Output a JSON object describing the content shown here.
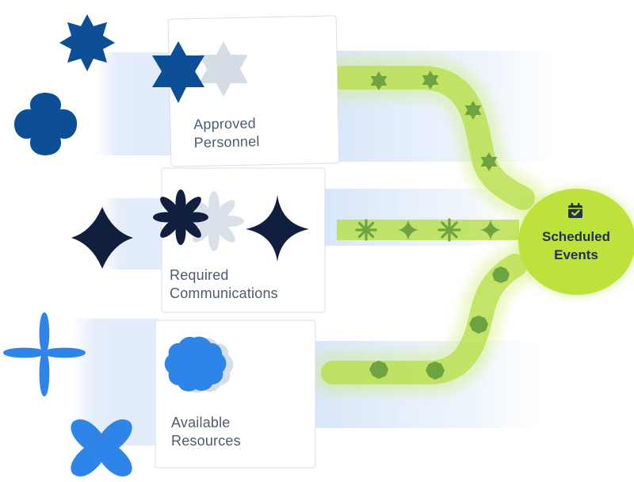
{
  "cards": [
    {
      "id": "personnel",
      "label_lines": [
        "Approved",
        "Personnel"
      ]
    },
    {
      "id": "communications",
      "label_lines": [
        "Required",
        "Communications"
      ]
    },
    {
      "id": "resources",
      "label_lines": [
        "Available",
        "Resources"
      ]
    }
  ],
  "hub": {
    "label_lines": [
      "Scheduled",
      "Events"
    ],
    "icon": "calendar-check-icon"
  },
  "colors": {
    "navy_blue": "#0c4f96",
    "dark_navy": "#0f1f3d",
    "bright_blue": "#2f84e8",
    "lime": "#bde23b",
    "track_green": "#a8d63a",
    "marker_green": "#6ea342",
    "blue_streak": "#cfe0f7"
  },
  "icons": {
    "personnel_shapes": [
      "eight-point-star-icon",
      "quatrefoil-icon",
      "six-point-star-icon"
    ],
    "communications_shapes": [
      "four-point-diamond-icon",
      "eight-petal-flower-icon",
      "four-point-sparkle-icon"
    ],
    "resources_shapes": [
      "four-petal-cross-icon",
      "scalloped-circle-icon",
      "x-blob-icon"
    ],
    "track_markers": [
      "six-point-star-icon",
      "sparkle-icon",
      "asterisk-icon",
      "octagon-badge-icon"
    ]
  }
}
